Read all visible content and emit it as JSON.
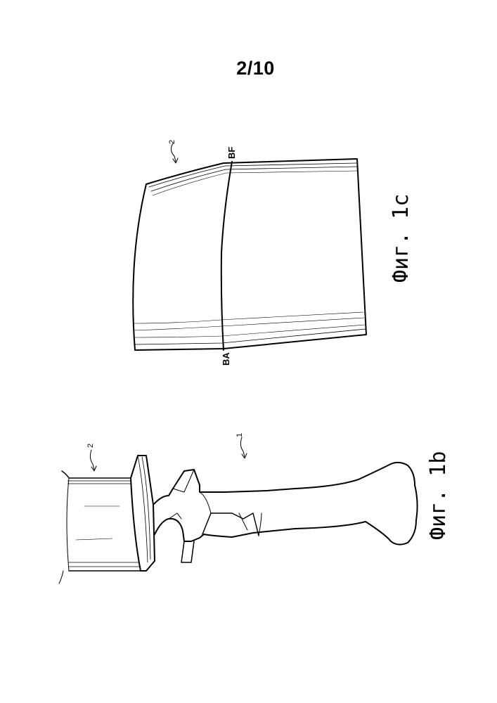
{
  "sheet": {
    "page_number": "2/10"
  },
  "figure_1b": {
    "caption": "Фиг. 1b",
    "ref_blade": "1",
    "ref_airfoil": "2"
  },
  "figure_1c": {
    "caption": "Фиг. 1c",
    "ref_airfoil": "2",
    "label_leading_edge": "BA",
    "label_trailing_edge": "BF"
  }
}
